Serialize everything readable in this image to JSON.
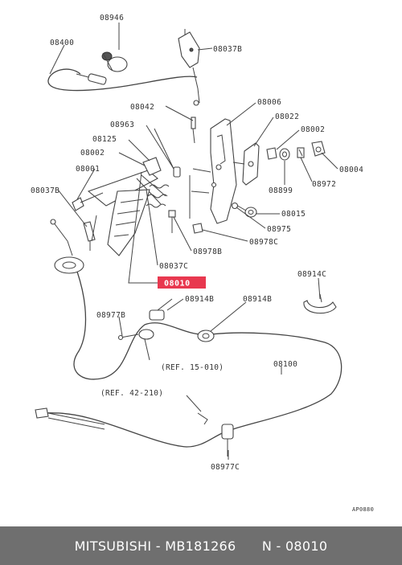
{
  "labels": {
    "l08946": "08946",
    "l08400": "08400",
    "l08037b_top": "08037B",
    "l08042": "08042",
    "l08006": "08006",
    "l08963": "08963",
    "l08022": "08022",
    "l08125": "08125",
    "l08002_right": "08002",
    "l08002_left": "08002",
    "l08001": "08001",
    "l08004": "08004",
    "l08037b_left": "08037B",
    "l08899": "08899",
    "l08972": "08972",
    "l08015": "08015",
    "l08975": "08975",
    "l08978c": "08978C",
    "l08978b": "08978B",
    "l08037c": "08037C",
    "l08010": "08010",
    "l08914c": "08914C",
    "l08914b_a": "08914B",
    "l08914b_b": "08914B",
    "l08977b": "08977B",
    "ref1": "(REF. 15-010)",
    "l08100": "08100",
    "ref2": "(REF. 42-210)",
    "l08977c": "08977C",
    "code": "AP0880"
  },
  "footer": {
    "text": "MITSUBISHI - MB181266      N - 08010"
  },
  "colors": {
    "highlight": "#e8384f",
    "footer_bg": "#6f6f6f"
  }
}
